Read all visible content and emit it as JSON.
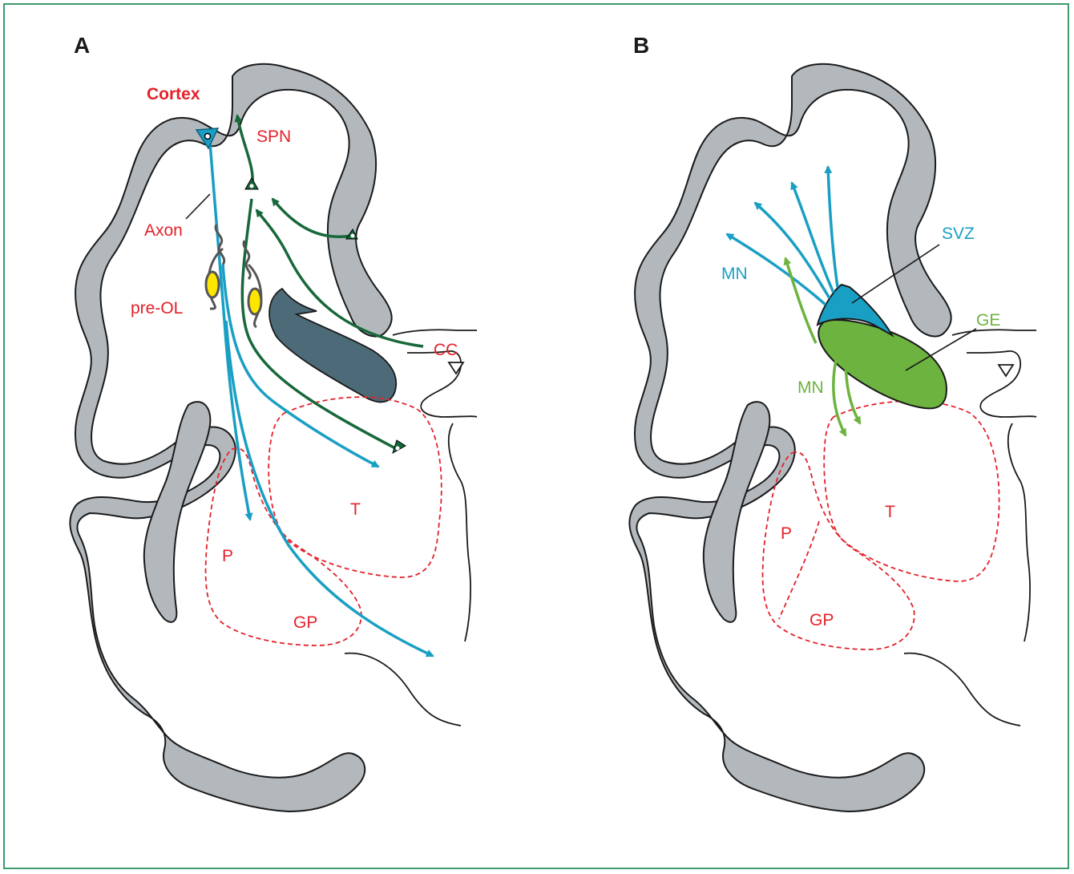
{
  "panels": {
    "a": {
      "letter": "A",
      "labels": {
        "cortex": "Cortex",
        "spn": "SPN",
        "axon": "Axon",
        "pre_ol": "pre-OL",
        "cc": "CC",
        "t": "T",
        "p": "P",
        "gp": "GP"
      }
    },
    "b": {
      "letter": "B",
      "labels": {
        "svz": "SVZ",
        "mn_blue": "MN",
        "ge": "GE",
        "mn_green": "MN",
        "t": "T",
        "p": "P",
        "gp": "GP"
      }
    }
  },
  "colors": {
    "frame": "#3f9a6e",
    "cortex_fill": "#b3b8bd",
    "label_red": "#e3222b",
    "fiber_blue": "#1a9fc4",
    "fiber_dark_green": "#17683a",
    "light_green": "#6db33f",
    "ventricle_dark": "#4c6a77",
    "pre_ol_yellow": "#ffe600"
  }
}
